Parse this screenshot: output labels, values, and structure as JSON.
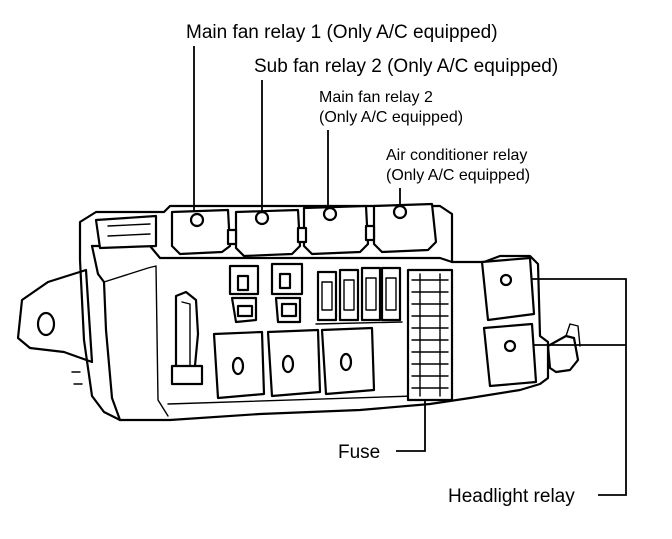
{
  "labels": {
    "main_fan_relay_1": "Main fan relay 1 (Only A/C equipped)",
    "sub_fan_relay_2": "Sub fan relay 2 (Only A/C equipped)",
    "main_fan_relay_2_line1": "Main fan relay 2",
    "main_fan_relay_2_line2": "(Only A/C equipped)",
    "air_conditioner_relay_line1": "Air conditioner relay",
    "air_conditioner_relay_line2": "(Only A/C equipped)",
    "fuse": "Fuse",
    "headlight_relay": "Headlight relay"
  },
  "colors": {
    "ink": "#000000",
    "background": "#ffffff"
  }
}
